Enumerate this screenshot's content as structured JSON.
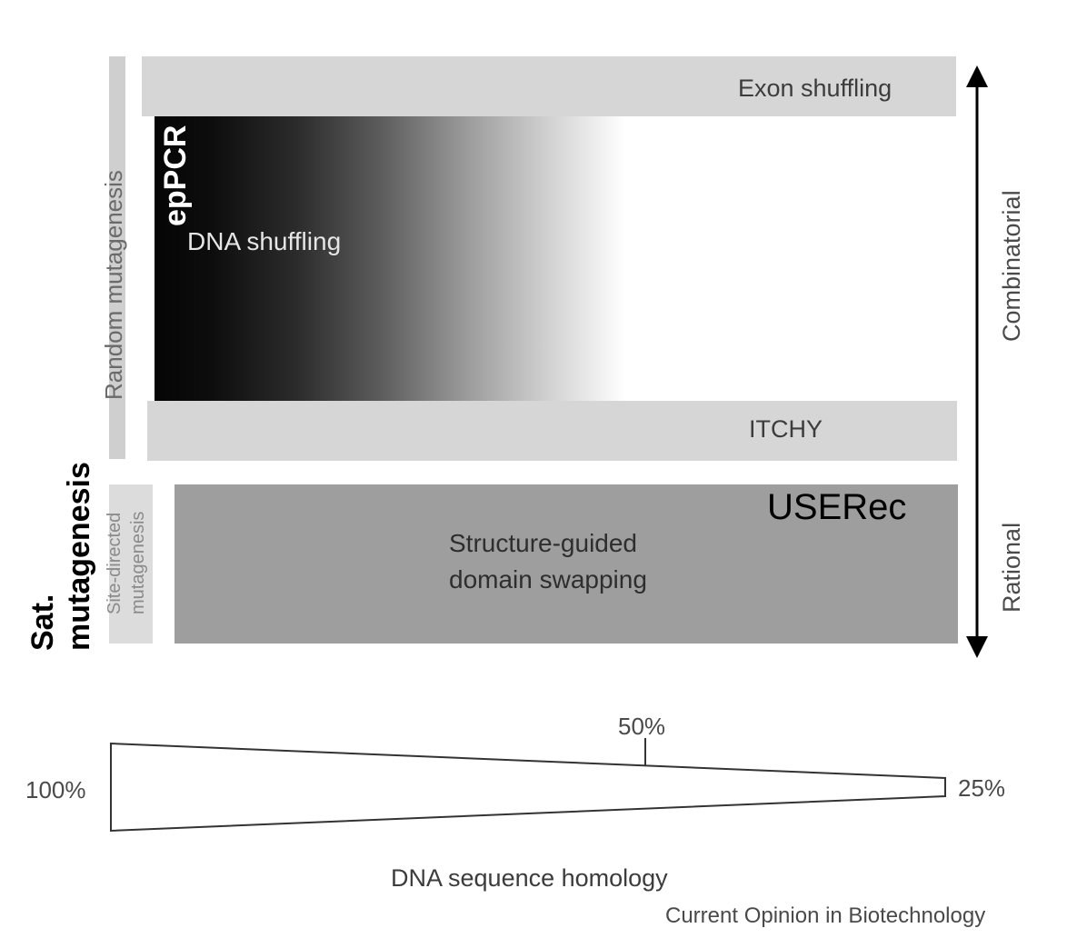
{
  "diagram": {
    "bands": {
      "exon_shuffling": "Exon shuffling",
      "dna_shuffling": "DNA shuffling",
      "eppcr": "epPCR",
      "itchy": "ITCHY",
      "userec": "USERec",
      "structure_guided_line1": "Structure-guided",
      "structure_guided_line2": "domain swapping"
    },
    "left_labels": {
      "random_mutagenesis": "Random mutagenesis",
      "site_directed_line1": "Site-directed",
      "site_directed_line2": "mutagenesis",
      "sat_line1": "Sat.",
      "sat_line2": "mutagenesis"
    },
    "right_axis": {
      "top": "Combinatorial",
      "bottom": "Rational"
    },
    "homology_scale": {
      "left": "100%",
      "middle": "50%",
      "right": "25%",
      "title": "DNA sequence homology"
    },
    "source": "Current Opinion in Biotechnology",
    "colors": {
      "light_band": "#d6d6d6",
      "dark_band": "#9e9e9e",
      "gradient_start": "#050505",
      "gradient_end": "#ffffff",
      "text_highlight": "#000000"
    }
  }
}
